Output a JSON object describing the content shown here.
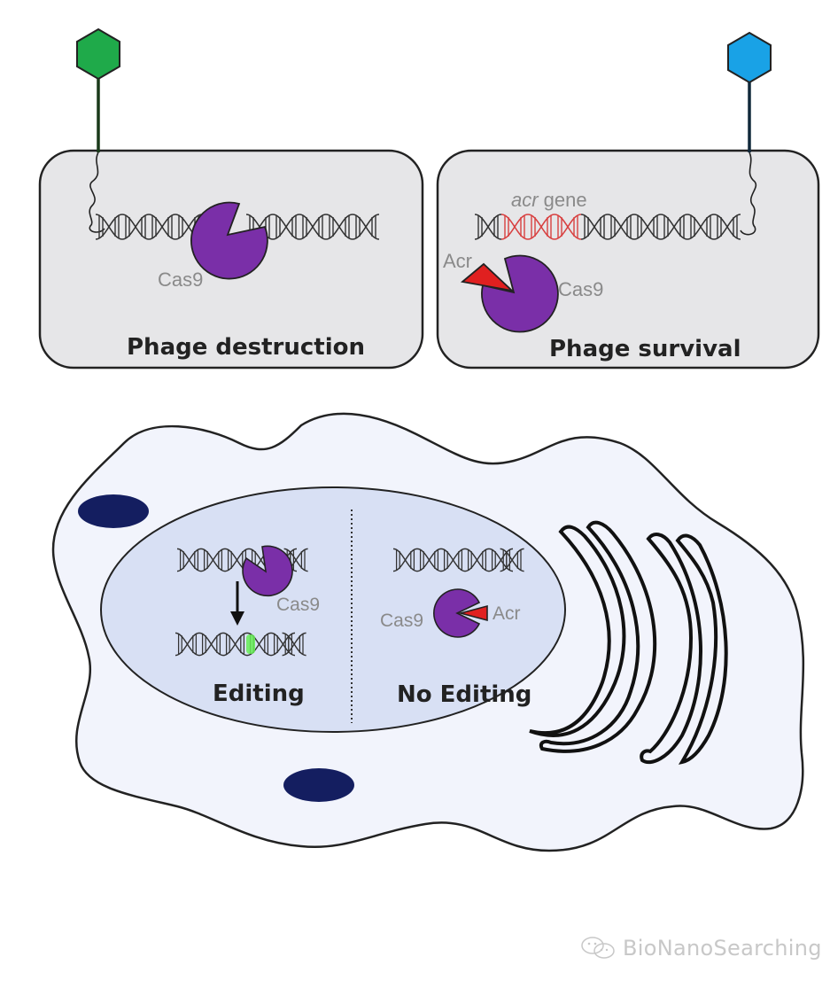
{
  "panels": {
    "phage_destruction": {
      "title": "Phage destruction",
      "cas9_label": "Cas9",
      "phage_color": "#1faa4a"
    },
    "phage_survival": {
      "title": "Phage survival",
      "gene_label_italic": "acr",
      "gene_label_rest": " gene",
      "acr_label": "Acr",
      "cas9_label": "Cas9",
      "phage_color": "#19a2e6"
    }
  },
  "cell": {
    "editing": {
      "title": "Editing",
      "cas9_label": "Cas9"
    },
    "no_editing": {
      "title": "No Editing",
      "cas9_label": "Cas9",
      "acr_label": "Acr"
    }
  },
  "colors": {
    "cas9": "#7a2fa8",
    "acr": "#e02020",
    "acr_gene": "#d84040",
    "edit_mark": "#66ee55",
    "cell_fill": "#f2f4fc",
    "nucleus_fill": "#d8e0f4",
    "vesicle": "#141e60",
    "panel_fill": "#e6e6e8"
  },
  "watermark": {
    "text": "BioNanoSearching"
  }
}
